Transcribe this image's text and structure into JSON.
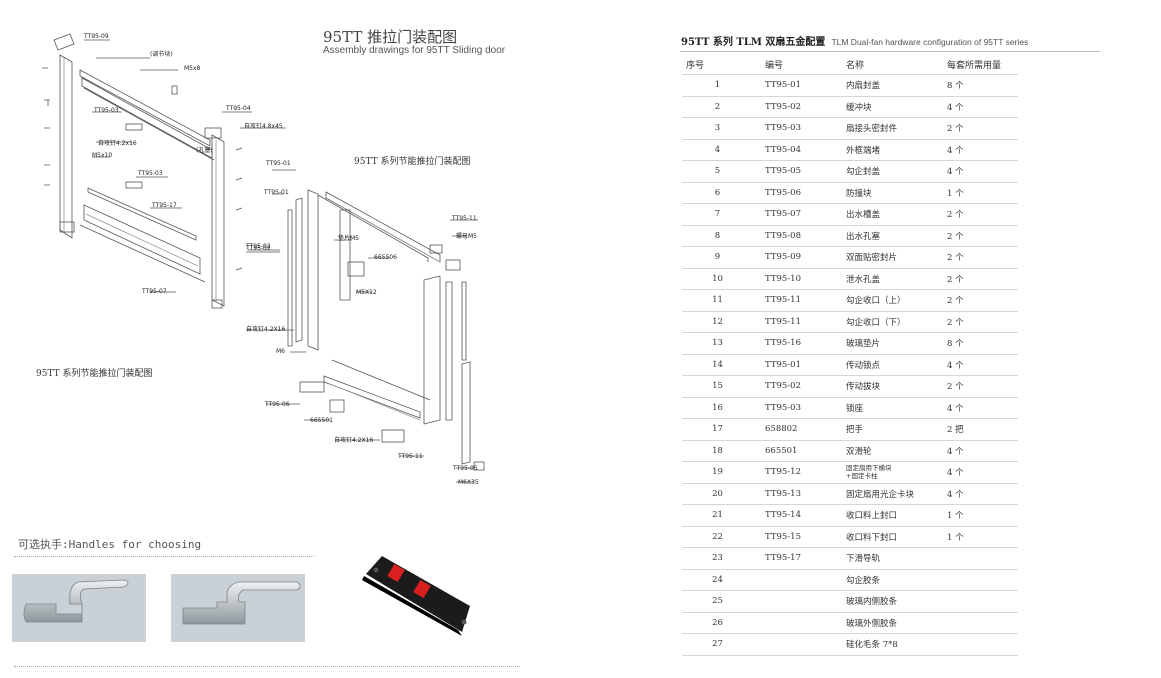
{
  "diagram": {
    "title_cn": "95TT 推拉门装配图",
    "title_en": "Assembly drawings for 95TT Sliding door",
    "caption_right": "95TT 系列节能推拉门装配图",
    "caption_left": "95TT 系列节能推拉门装配图",
    "labels_left": [
      "TT95-09",
      "(调节块)",
      "M5x8",
      "TT95-03",
      "TT95-04",
      "自攻钉4.8x45",
      "自攻钉4.2x16",
      "(孔塞)",
      "M5x10",
      "TT95-03",
      "TT95-17",
      "TT95-02",
      "TT95-07",
      "自攻钉4.2X16"
    ],
    "labels_right": [
      "TT95-01",
      "TT95-01",
      "TT95-02",
      "垫片M5",
      "665506",
      "M5X12",
      "TT95-11",
      "螺母M5",
      "M6",
      "TT95-06",
      "665501",
      "自攻钉4.2X16",
      "TT95-11",
      "TT95-05",
      "M6X35"
    ]
  },
  "handles": {
    "title": "可选执手:Handles for choosing"
  },
  "table": {
    "title_cn": "95TT 系列 TLM 双扇五金配置",
    "title_en": "TLM Dual-fan hardware configuration of 95TT series",
    "headers": [
      "序号",
      "编号",
      "名称",
      "每套所需用量"
    ],
    "rows": [
      {
        "no": "1",
        "code": "TT95-01",
        "name": "内扇封盖",
        "qty": "8 个"
      },
      {
        "no": "2",
        "code": "TT95-02",
        "name": "缓冲块",
        "qty": "4 个"
      },
      {
        "no": "3",
        "code": "TT95-03",
        "name": "扇接头密封件",
        "qty": "2 个"
      },
      {
        "no": "4",
        "code": "TT95-04",
        "name": "外框端堵",
        "qty": "4 个"
      },
      {
        "no": "5",
        "code": "TT95-05",
        "name": "勾企封盖",
        "qty": "4 个"
      },
      {
        "no": "6",
        "code": "TT95-06",
        "name": "防撞块",
        "qty": "1 个"
      },
      {
        "no": "7",
        "code": "TT95-07",
        "name": "出水槽盖",
        "qty": "2 个"
      },
      {
        "no": "8",
        "code": "TT95-08",
        "name": "出水孔塞",
        "qty": "2 个"
      },
      {
        "no": "9",
        "code": "TT95-09",
        "name": "双面贴密封片",
        "qty": "2 个"
      },
      {
        "no": "10",
        "code": "TT95-10",
        "name": "泄水孔盖",
        "qty": "2 个"
      },
      {
        "no": "11",
        "code": "TT95-11",
        "name": "勾企收口（上）",
        "qty": "2 个"
      },
      {
        "no": "12",
        "code": "TT95-11",
        "name": "勾企收口（下）",
        "qty": "2 个"
      },
      {
        "no": "13",
        "code": "TT95-16",
        "name": "玻璃垫片",
        "qty": "8 个"
      },
      {
        "no": "14",
        "code": "TT95-01",
        "name": "传动锁点",
        "qty": "4 个"
      },
      {
        "no": "15",
        "code": "TT95-02",
        "name": "传动拔块",
        "qty": "2 个"
      },
      {
        "no": "16",
        "code": "TT95-03",
        "name": "锁座",
        "qty": "4 个"
      },
      {
        "no": "17",
        "code": "658802",
        "name": "把手",
        "qty": "2 把"
      },
      {
        "no": "18",
        "code": "665501",
        "name": "双滑轮",
        "qty": "4 个"
      },
      {
        "no": "19",
        "code": "TT95-12",
        "name": "固定扇用下横块",
        "name2": "+固定卡柱",
        "qty": "4 个"
      },
      {
        "no": "20",
        "code": "TT95-13",
        "name": "固定扇用光企卡块",
        "qty": "4 个"
      },
      {
        "no": "21",
        "code": "TT95-14",
        "name": "收口料上封口",
        "qty": "1 个"
      },
      {
        "no": "22",
        "code": "TT95-15",
        "name": "收口料下封口",
        "qty": "1 个"
      },
      {
        "no": "23",
        "code": "TT95-17",
        "name": "下滑导轨",
        "qty": ""
      },
      {
        "no": "24",
        "code": "",
        "name": "勾企胶条",
        "qty": ""
      },
      {
        "no": "25",
        "code": "",
        "name": "玻璃内侧胶条",
        "qty": ""
      },
      {
        "no": "26",
        "code": "",
        "name": "玻璃外侧胶条",
        "qty": ""
      },
      {
        "no": "27",
        "code": "",
        "name": "硅化毛条 7*8",
        "qty": ""
      }
    ]
  }
}
